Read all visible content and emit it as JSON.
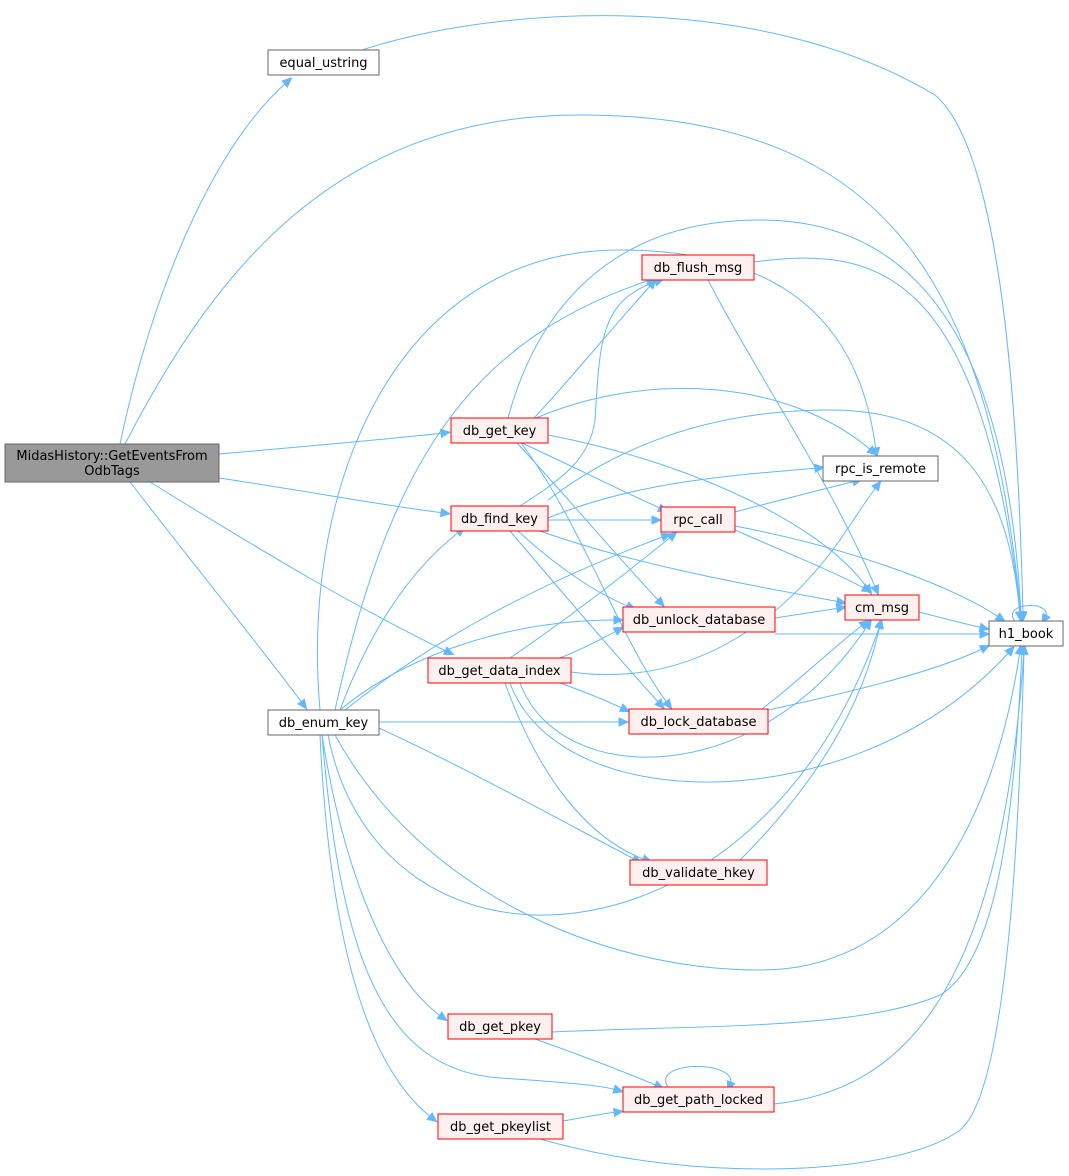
{
  "colors": {
    "edge": "#63b8ff",
    "root_fill": "#999999",
    "root_stroke": "#666666",
    "plain_fill": "#ffffff",
    "plain_stroke": "#666666",
    "red_fill": "#fff0f0",
    "red_stroke": "#ff0000"
  },
  "nodes": [
    {
      "id": "root",
      "style": "root",
      "lines": [
        "MidasHistory::GetEventsFrom",
        "OdbTags"
      ]
    },
    {
      "id": "equal_ustring",
      "style": "plain",
      "lines": [
        "equal_ustring"
      ]
    },
    {
      "id": "db_enum_key",
      "style": "plain",
      "lines": [
        "db_enum_key"
      ]
    },
    {
      "id": "db_get_key",
      "style": "red",
      "lines": [
        "db_get_key"
      ]
    },
    {
      "id": "db_find_key",
      "style": "red",
      "lines": [
        "db_find_key"
      ]
    },
    {
      "id": "db_get_data_index",
      "style": "red",
      "lines": [
        "db_get_data_index"
      ]
    },
    {
      "id": "db_get_pkey",
      "style": "red",
      "lines": [
        "db_get_pkey"
      ]
    },
    {
      "id": "db_get_pkeylist",
      "style": "red",
      "lines": [
        "db_get_pkeylist"
      ]
    },
    {
      "id": "db_flush_msg",
      "style": "red",
      "lines": [
        "db_flush_msg"
      ]
    },
    {
      "id": "rpc_call",
      "style": "red",
      "lines": [
        "rpc_call"
      ]
    },
    {
      "id": "db_unlock_database",
      "style": "red",
      "lines": [
        "db_unlock_database"
      ]
    },
    {
      "id": "db_lock_database",
      "style": "red",
      "lines": [
        "db_lock_database"
      ]
    },
    {
      "id": "db_validate_hkey",
      "style": "red",
      "lines": [
        "db_validate_hkey"
      ]
    },
    {
      "id": "db_get_path_locked",
      "style": "red",
      "lines": [
        "db_get_path_locked"
      ]
    },
    {
      "id": "rpc_is_remote",
      "style": "plain",
      "lines": [
        "rpc_is_remote"
      ]
    },
    {
      "id": "cm_msg",
      "style": "red",
      "lines": [
        "cm_msg"
      ]
    },
    {
      "id": "h1_book",
      "style": "plain",
      "lines": [
        "h1_book"
      ]
    }
  ],
  "edges": [
    {
      "from": "root",
      "to": "equal_ustring"
    },
    {
      "from": "root",
      "to": "h1_book"
    },
    {
      "from": "root",
      "to": "db_get_key"
    },
    {
      "from": "root",
      "to": "db_find_key"
    },
    {
      "from": "root",
      "to": "db_get_data_index"
    },
    {
      "from": "root",
      "to": "db_enum_key"
    },
    {
      "from": "equal_ustring",
      "to": "h1_book"
    },
    {
      "from": "db_get_key",
      "to": "db_flush_msg"
    },
    {
      "from": "db_get_key",
      "to": "rpc_is_remote"
    },
    {
      "from": "db_get_key",
      "to": "rpc_call"
    },
    {
      "from": "db_get_key",
      "to": "cm_msg"
    },
    {
      "from": "db_get_key",
      "to": "db_unlock_database"
    },
    {
      "from": "db_get_key",
      "to": "db_lock_database"
    },
    {
      "from": "db_get_key",
      "to": "h1_book"
    },
    {
      "from": "db_find_key",
      "to": "db_flush_msg"
    },
    {
      "from": "db_find_key",
      "to": "rpc_is_remote"
    },
    {
      "from": "db_find_key",
      "to": "rpc_call"
    },
    {
      "from": "db_find_key",
      "to": "cm_msg"
    },
    {
      "from": "db_find_key",
      "to": "db_unlock_database"
    },
    {
      "from": "db_find_key",
      "to": "db_lock_database"
    },
    {
      "from": "db_find_key",
      "to": "h1_book"
    },
    {
      "from": "db_flush_msg",
      "to": "h1_book"
    },
    {
      "from": "db_flush_msg",
      "to": "cm_msg"
    },
    {
      "from": "rpc_call",
      "to": "rpc_is_remote"
    },
    {
      "from": "rpc_call",
      "to": "cm_msg"
    },
    {
      "from": "rpc_call",
      "to": "h1_book"
    },
    {
      "from": "db_unlock_database",
      "to": "cm_msg"
    },
    {
      "from": "db_unlock_database",
      "to": "h1_book"
    },
    {
      "from": "cm_msg",
      "to": "h1_book"
    },
    {
      "from": "h1_book",
      "to": "h1_book"
    },
    {
      "from": "db_get_data_index",
      "to": "rpc_call"
    },
    {
      "from": "db_get_data_index",
      "to": "db_unlock_database"
    },
    {
      "from": "db_get_data_index",
      "to": "rpc_is_remote"
    },
    {
      "from": "db_get_data_index",
      "to": "db_lock_database"
    },
    {
      "from": "db_get_data_index",
      "to": "cm_msg"
    },
    {
      "from": "db_get_data_index",
      "to": "h1_book"
    },
    {
      "from": "db_get_data_index",
      "to": "db_validate_hkey"
    },
    {
      "from": "db_lock_database",
      "to": "cm_msg"
    },
    {
      "from": "db_lock_database",
      "to": "h1_book"
    },
    {
      "from": "db_validate_hkey",
      "to": "cm_msg"
    },
    {
      "from": "db_enum_key",
      "to": "db_flush_msg"
    },
    {
      "from": "db_enum_key",
      "to": "rpc_is_remote"
    },
    {
      "from": "db_enum_key",
      "to": "db_find_key"
    },
    {
      "from": "db_enum_key",
      "to": "rpc_call"
    },
    {
      "from": "db_enum_key",
      "to": "db_unlock_database"
    },
    {
      "from": "db_enum_key",
      "to": "db_lock_database"
    },
    {
      "from": "db_enum_key",
      "to": "db_validate_hkey"
    },
    {
      "from": "db_enum_key",
      "to": "cm_msg"
    },
    {
      "from": "db_enum_key",
      "to": "h1_book"
    },
    {
      "from": "db_enum_key",
      "to": "db_get_pkey"
    },
    {
      "from": "db_enum_key",
      "to": "db_get_path_locked"
    },
    {
      "from": "db_enum_key",
      "to": "db_get_pkeylist"
    },
    {
      "from": "db_get_pkey",
      "to": "h1_book"
    },
    {
      "from": "db_get_pkey",
      "to": "db_get_path_locked"
    },
    {
      "from": "db_get_path_locked",
      "to": "db_get_path_locked"
    },
    {
      "from": "db_get_path_locked",
      "to": "h1_book"
    },
    {
      "from": "db_get_pkeylist",
      "to": "db_get_path_locked"
    },
    {
      "from": "db_get_pkeylist",
      "to": "h1_book"
    }
  ]
}
